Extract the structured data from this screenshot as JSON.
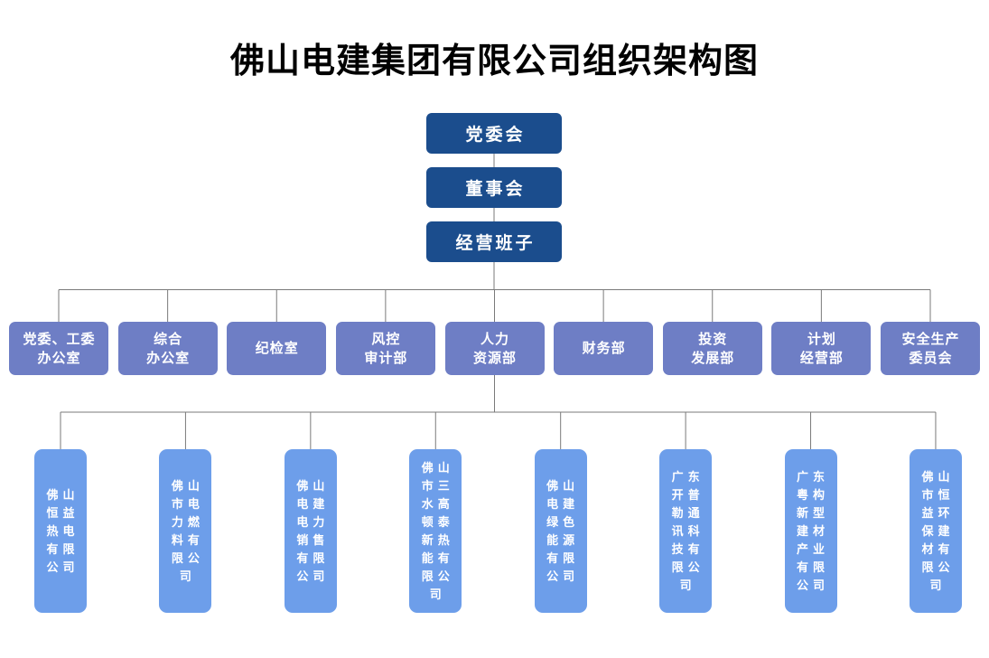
{
  "title": "佛山电建集团有限公司组织架构图",
  "colors": {
    "top_node": "#1B4D8D",
    "department_node": "#6E7EC5",
    "subsidiary_node": "#6D9EEA",
    "connector": "#7A7A7A",
    "node_text": "#FFFFFF",
    "title_text": "#000000"
  },
  "org": {
    "top_nodes": [
      "党委会",
      "董事会",
      "经营班子"
    ],
    "departments": [
      [
        "党委、工委",
        "办公室"
      ],
      [
        "综合",
        "办公室"
      ],
      [
        "纪检室"
      ],
      [
        "风控",
        "审计部"
      ],
      [
        "人力",
        "资源部"
      ],
      [
        "财务部"
      ],
      [
        "投资",
        "发展部"
      ],
      [
        "计划",
        "经营部"
      ],
      [
        "安全生产",
        "委员会"
      ]
    ],
    "subsidiaries": [
      "佛山恒益热电有限公司",
      "佛山市电力燃料有限公司",
      "佛山电建电力销售有限公司",
      "佛山市三水高顿泰新热能有限公司",
      "佛山电建绿色能源有限公司",
      "广东开普勒通讯科技有限公司",
      "广东粤构新型建材产业有限公司",
      "佛山市恒益环保建材有限公司"
    ]
  }
}
